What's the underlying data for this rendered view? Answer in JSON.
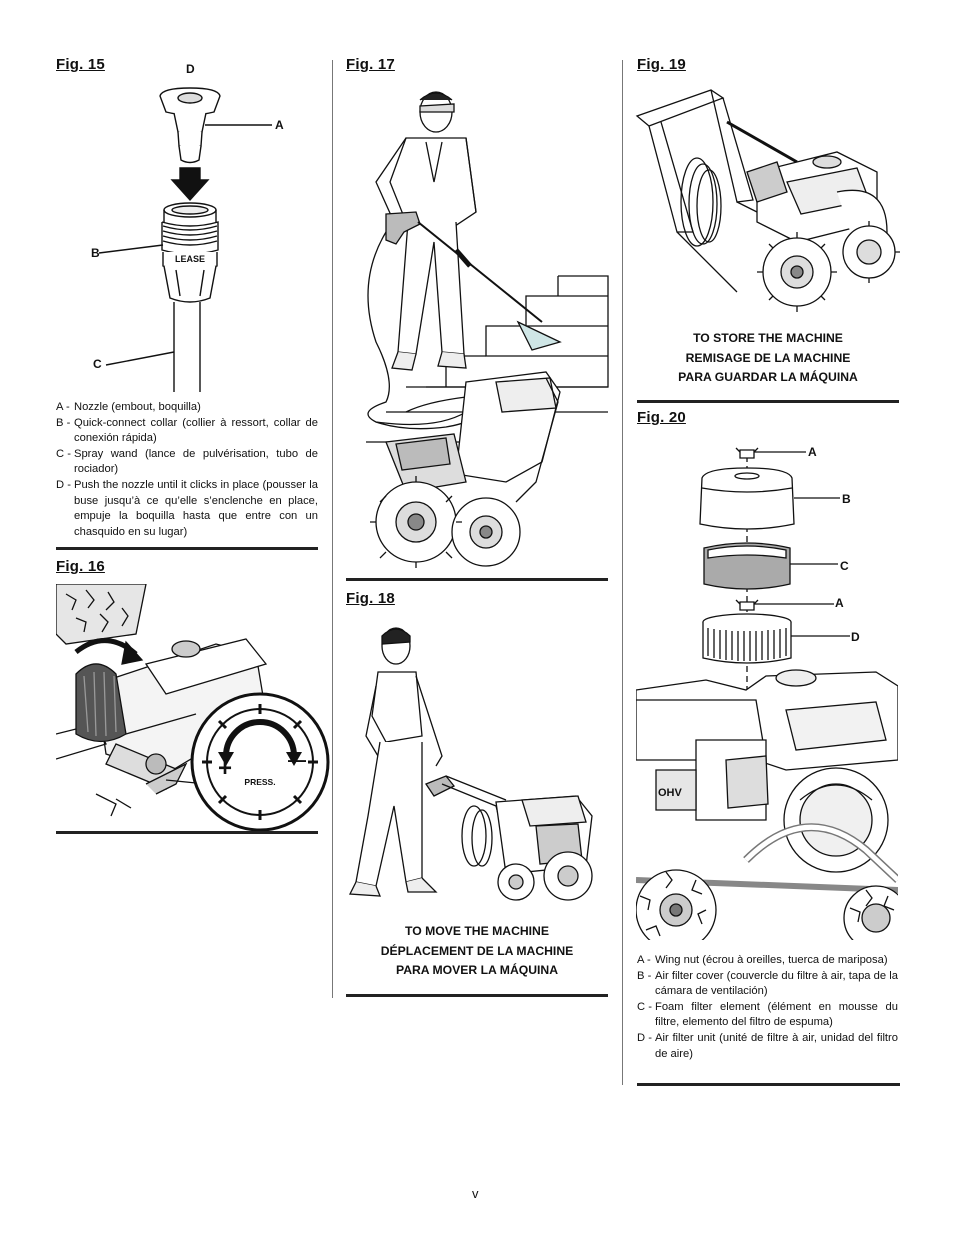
{
  "columns": {
    "left": {
      "fig15": {
        "title": "Fig. 15",
        "labels": {
          "a": "A",
          "b": "B",
          "c": "C",
          "d": "D"
        },
        "collar_text": "LEASE",
        "legend": [
          {
            "key": "A -",
            "text": "Nozzle (embout, boquilla)"
          },
          {
            "key": "B -",
            "text": "Quick-connect collar (collier à ressort, collar de conexión rápida)"
          },
          {
            "key": "C -",
            "text": "Spray wand (lance de pulvérisation, tubo de rociador)"
          },
          {
            "key": "D -",
            "text": "Push the nozzle until it clicks in place (pousser la buse jusqu’à ce qu’elle s’enclenche en place, empuje la boquilla hasta que entre con un chasquido en su lugar)"
          }
        ]
      },
      "fig16": {
        "title": "Fig. 16",
        "dial": {
          "plus": "+",
          "minus": "—",
          "press": "PRESS."
        }
      }
    },
    "middle": {
      "fig17": {
        "title": "Fig. 17"
      },
      "fig18": {
        "title": "Fig. 18",
        "caption": [
          "TO MOVE THE MACHINE",
          "DÉPLACEMENT DE LA MACHINE",
          "PARA MOVER LA MÁQUINA"
        ]
      }
    },
    "right": {
      "fig19": {
        "title": "Fig. 19",
        "caption": [
          "TO STORE THE MACHINE",
          "REMISAGE DE LA MACHINE",
          "PARA GUARDAR LA MÁQUINA"
        ]
      },
      "fig20": {
        "title": "Fig. 20",
        "labels": {
          "a1": "A",
          "b": "B",
          "c": "C",
          "a2": "A",
          "d": "D"
        },
        "engine_text": "OHV",
        "legend": [
          {
            "key": "A -",
            "text": "Wing nut (écrou à oreilles, tuerca de mariposa)"
          },
          {
            "key": "B -",
            "text": "Air filter cover (couvercle du filtre à air, tapa de la cámara de ventilación)"
          },
          {
            "key": "C -",
            "text": "Foam filter element (élément en mousse du filtre, elemento del filtro de espuma)"
          },
          {
            "key": "D -",
            "text": "Air filter unit (unité de filtre à air, unidad del filtro de aire)"
          }
        ]
      }
    }
  },
  "footer": {
    "page_number": "v"
  }
}
